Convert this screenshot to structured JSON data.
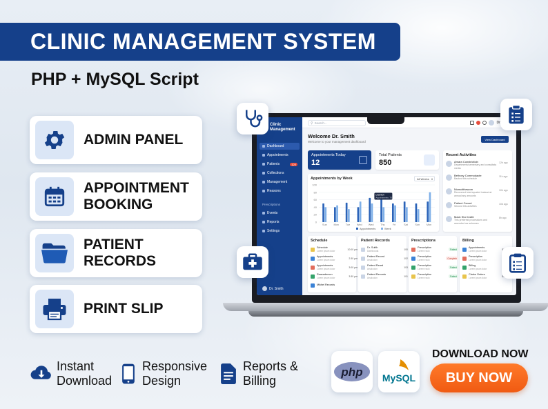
{
  "header": {
    "title": "CLINIC MANAGEMENT SYSTEM",
    "subtitle": "PHP + MySQL Script"
  },
  "features": [
    {
      "label_line1": "ADMIN PANEL",
      "label_line2": "",
      "icon": "gear-icon"
    },
    {
      "label_line1": "APPOINTMENT",
      "label_line2": "BOOKING",
      "icon": "calendar-icon"
    },
    {
      "label_line1": "PATIENT",
      "label_line2": "RECORDS",
      "icon": "folder-icon"
    },
    {
      "label_line1": "PRINT SLIP",
      "label_line2": "",
      "icon": "printer-icon"
    }
  ],
  "bottom_features": [
    {
      "line1": "Instant",
      "line2": "Download",
      "icon": "cloud-download-icon"
    },
    {
      "line1": "Responsive",
      "line2": "Design",
      "icon": "mobile-icon"
    },
    {
      "line1": "Reports &",
      "line2": "Billing",
      "icon": "document-icon"
    }
  ],
  "logos": {
    "php": "php",
    "mysql": "MySQL"
  },
  "cta": {
    "download_label": "DOWNLOAD NOW",
    "buy_label": "BUY NOW"
  },
  "colors": {
    "brand": "#15408a",
    "accent": "#f05a12",
    "bar_light": "#7fb0e8",
    "bar_dark": "#2b63b8"
  },
  "dashboard": {
    "app_name_line1": "Clinic",
    "app_name_line2": "Management",
    "search_placeholder": "Search...",
    "user_name": "Dr. Smith",
    "welcome_title": "Welcome Dr. Smith",
    "welcome_sub": "Welcome to your management dashboard",
    "view_button": "View Dashboard",
    "sidebar_items": [
      {
        "label": "Dashboard",
        "badge": ""
      },
      {
        "label": "Appointments",
        "badge": ""
      },
      {
        "label": "Patients",
        "badge": "120"
      },
      {
        "label": "Collections",
        "badge": ""
      },
      {
        "label": "Management",
        "badge": ""
      },
      {
        "label": "Reasons",
        "badge": ""
      }
    ],
    "sidebar_section": "Prescriptions",
    "sidebar_items2": [
      {
        "label": "Events"
      },
      {
        "label": "Reports"
      },
      {
        "label": "Settings"
      }
    ],
    "stats": [
      {
        "label": "Appointments Today",
        "value": "12"
      },
      {
        "label": "Total Patients",
        "value": "850"
      }
    ],
    "recent": {
      "title": "Recent Activities",
      "items": [
        {
          "name": "Amara Constrictioin",
          "sub": "Departments/sementary and consultata media",
          "time": "12h ago"
        },
        {
          "name": "Bethony Commodacte",
          "sub": "Backed this schedule",
          "time": "11h ago"
        },
        {
          "name": "Nicmcitthewom",
          "sub": "Recovered total equated instead at annual any amounts",
          "time": "10h ago"
        },
        {
          "name": "Patient Cenort",
          "sub": "Second this activities",
          "time": "10d ago"
        },
        {
          "name": "Mack Stor Insith",
          "sub": "This preterest processions and amended our schemes",
          "time": "8h ago"
        }
      ]
    },
    "schedule": {
      "title": "Schedule",
      "items": [
        {
          "name": "Schedule",
          "sub": "Lorem ipsum dolor",
          "val": "10:00 pm"
        },
        {
          "name": "Appointments",
          "sub": "Lorem ipsum dolor",
          "val": "2:30 pm"
        },
        {
          "name": "Appointments",
          "sub": "Lorem ipsum dolor",
          "val": "3:00 pm"
        },
        {
          "name": "Reacademon",
          "sub": "Lorem ipsum dolor",
          "val": "3:30 pm"
        },
        {
          "name": "Mikhel Records",
          "sub": "",
          "val": ""
        }
      ]
    },
    "patient_records": {
      "title": "Patient Records",
      "items": [
        {
          "name": "Dr. Sultih",
          "sub": "Dashhooda",
          "val": "100"
        },
        {
          "name": "Patient Record",
          "sub": "Arsolcoion",
          "val": "102"
        },
        {
          "name": "Patient Reard",
          "sub": "Arsolcoion",
          "val": "103"
        },
        {
          "name": "Patient Records",
          "sub": "Arsolcoion",
          "val": "101"
        }
      ]
    },
    "prescriptions": {
      "title": "Prescriptions",
      "items": [
        {
          "name": "Prescription",
          "sub": "Lorem exuio",
          "tag": "Patient"
        },
        {
          "name": "Prescription",
          "sub": "Lorem exuio",
          "tag": "Complete"
        },
        {
          "name": "Prescription",
          "sub": "Lorem exuio",
          "tag": "Patient"
        },
        {
          "name": "Prescription",
          "sub": "Lorem exuio",
          "tag": "Patient"
        }
      ]
    },
    "billing": {
      "title": "Billing",
      "items": [
        {
          "name": "Appointments",
          "sub": "Lorem ipsum dolor",
          "val": "$29.02"
        },
        {
          "name": "Prescription",
          "sub": "Lorem ipsum dolor",
          "val": "$37.00"
        },
        {
          "name": "Billing",
          "sub": "Lorem ipsum dolor",
          "val": "$43.00"
        },
        {
          "name": "Clarke Orders",
          "sub": "Lorem ipsum dolor",
          "val": "$29.00"
        }
      ]
    }
  },
  "chart_data": {
    "type": "bar",
    "title": "Appointments by Week",
    "filter": "All Weeks",
    "categories": [
      "Sun",
      "Mon",
      "Tue",
      "Wed",
      "Wed",
      "Thu",
      "Fri",
      "Sat",
      "Sun",
      "Mon"
    ],
    "series": [
      {
        "name": "Appointments",
        "values": [
          50,
          40,
          52,
          40,
          65,
          75,
          50,
          55,
          50,
          55
        ]
      },
      {
        "name": "Week",
        "values": [
          40,
          45,
          35,
          55,
          50,
          40,
          45,
          40,
          35,
          80
        ]
      }
    ],
    "ylim": [
      0,
      100
    ],
    "yticks": [
      0,
      20,
      40,
      60,
      80,
      100
    ],
    "tooltip_title": "Dashtich",
    "tooltip_value": "Appointments: 75",
    "legend_position": "bottom"
  }
}
